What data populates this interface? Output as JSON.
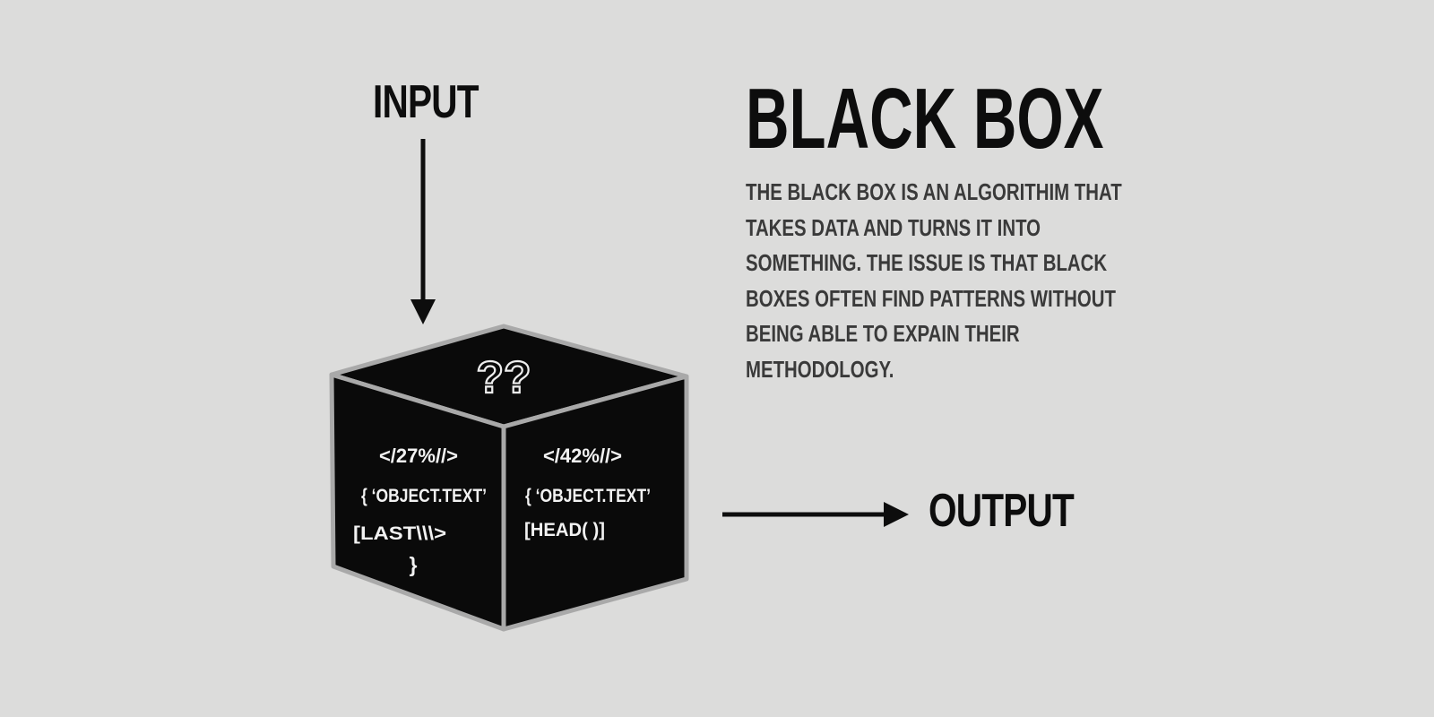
{
  "labels": {
    "input": "INPUT",
    "output": "OUTPUT"
  },
  "title": "BLACK BOX",
  "description": "THE BLACK BOX IS AN ALGORITHIM THAT TAKES DATA AND TURNS IT INTO SOMETHING. THE ISSUE IS THAT BLACK BOXES OFTEN FIND PATTERNS WITHOUT BEING ABLE TO EXPAIN THEIR METHODOLOGY.",
  "box": {
    "top_text": "??",
    "left_face": {
      "line1": "</27%//>",
      "line2": "{ ‘OBJECT.TEXT’",
      "line3": "[LAST\\\\\\>",
      "line4": "}"
    },
    "right_face": {
      "line1": "</42%//>",
      "line2": "{ ‘OBJECT.TEXT’",
      "line3": "[HEAD( )]"
    }
  },
  "colors": {
    "background": "#dcdcdb",
    "box_fill": "#0a0a0a",
    "box_edge": "#a9a9a9",
    "text_dark": "#0d0d0d",
    "text_body": "#3a3a3a"
  },
  "icons": {
    "input_arrow": "arrow-down-icon",
    "output_arrow": "arrow-right-icon"
  }
}
